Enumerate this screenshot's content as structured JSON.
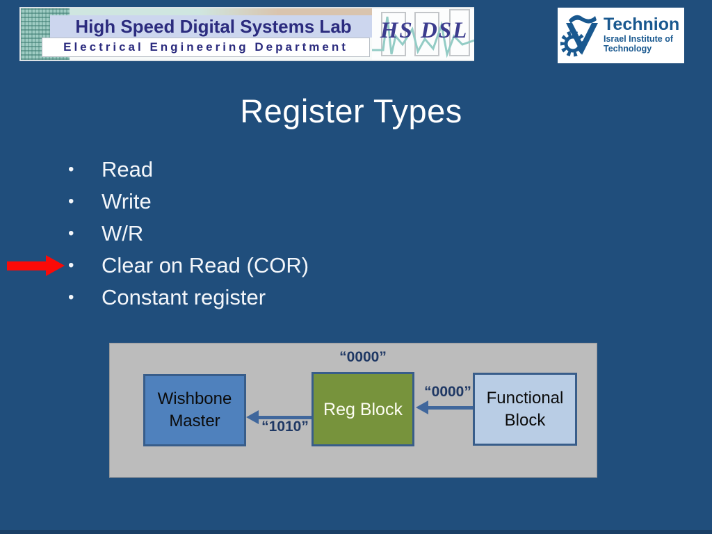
{
  "header": {
    "lab_banner": {
      "line1": "High Speed Digital Systems Lab",
      "line2": "Electrical Engineering Department",
      "acronym": "HS DSL"
    },
    "technion": {
      "name": "Technion",
      "subtitle1": "Israel Institute of",
      "subtitle2": "Technology"
    }
  },
  "slide": {
    "title": "Register Types",
    "bullets": [
      "Read",
      "Write",
      "W/R",
      "Clear on Read (COR)",
      "Constant register"
    ],
    "highlighted_bullet": "Clear on Read (COR)"
  },
  "diagram": {
    "wishbone_master": {
      "line1": "Wishbone",
      "line2": "Master"
    },
    "reg_block": {
      "label": "Reg Block"
    },
    "functional_block": {
      "line1": "Functional",
      "line2": "Block"
    },
    "labels": {
      "reg_top": "“0000”",
      "functional_to_reg": "“0000”",
      "reg_to_master": "“1010”"
    }
  },
  "colors": {
    "background": "#204e7c",
    "highlight_arrow_red": "#fb0a08",
    "wishbone_fill": "#4f81bd",
    "reg_fill": "#77933c",
    "functional_fill": "#b9cde5",
    "block_border": "#385d8a",
    "diagram_panel_fill": "#bcbcbc",
    "arrow_blue": "#40679c",
    "value_label_navy": "#1f3864",
    "banner_navy": "#2b2b7e",
    "technion_blue": "#19588f"
  }
}
